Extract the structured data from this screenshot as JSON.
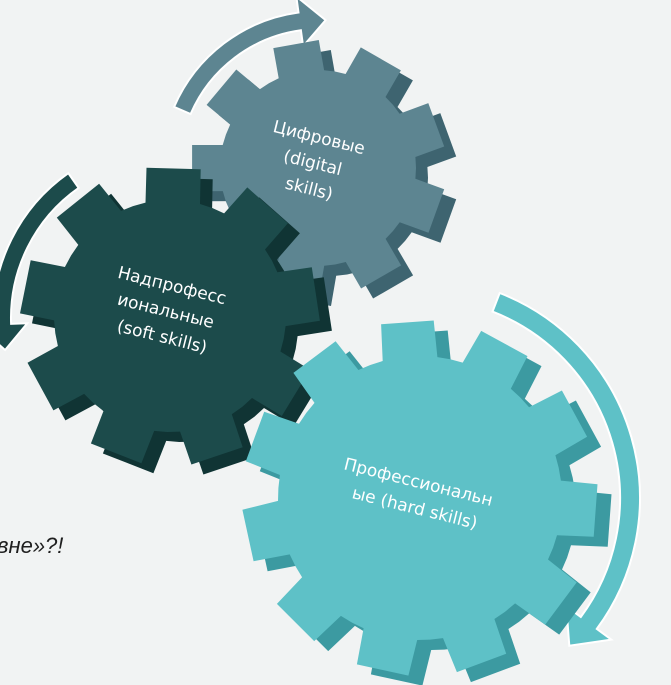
{
  "gears": [
    {
      "key": "digital",
      "label_lines": [
        "Цифровые",
        "(digital",
        "skills)"
      ],
      "color": "#5d8591",
      "side_color": "#3e6470",
      "label_color": "#ffffff"
    },
    {
      "key": "soft",
      "label_lines": [
        "Надпрофесс",
        "иональные",
        "(soft skills)"
      ],
      "color": "#1c4b4b",
      "side_color": "#103434",
      "label_color": "#ffffff"
    },
    {
      "key": "hard",
      "label_lines": [
        "Профессиональн",
        "ые (hard skills)"
      ],
      "color": "#5ec1c7",
      "side_color": "#3c9aa1",
      "label_color": "#ffffff"
    }
  ],
  "arrows": [
    {
      "key": "digital-arrow",
      "color": "#5d8591"
    },
    {
      "key": "soft-arrow",
      "color": "#1c4b4b"
    },
    {
      "key": "hard-arrow",
      "color": "#5ec1c7"
    }
  ],
  "background_text_fragment": "вне»?!"
}
